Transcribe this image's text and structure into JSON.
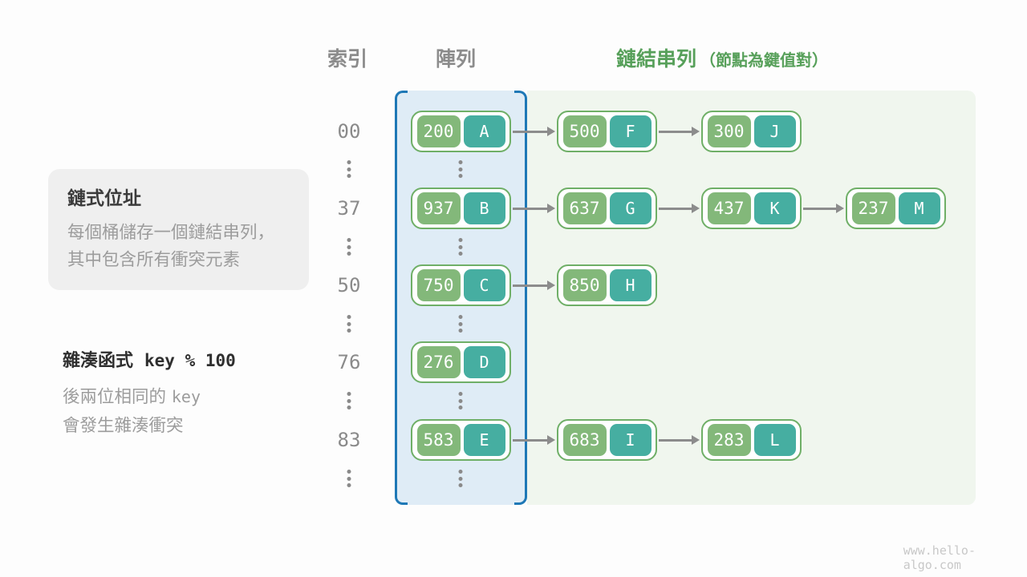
{
  "colors": {
    "page_bg": "#fdfdfd",
    "header_gray": "#8c8c8c",
    "header_green": "#57a05a",
    "array_fill": "#dfecf6",
    "array_border": "#1e78b6",
    "chain_fill": "#f0f6ee",
    "node_border": "#6faf67",
    "node_key_bg": "#83b87a",
    "node_val_bg": "#46aea1",
    "node_text": "#ffffff",
    "arrow": "#8c8c8c",
    "dots": "#8a8a8a",
    "index_text": "#8a8a8a",
    "infobox_bg": "#efefef",
    "title_text": "#3b3b3b",
    "muted_text": "#9c9c9c",
    "watermark": "#c8c8c8"
  },
  "headers": {
    "index": "索引",
    "array": "陣列",
    "linked_list": "鏈結串列",
    "linked_list_note": "（節點為鍵值對）"
  },
  "info_box": {
    "title": "鏈式位址",
    "line1": "每個桶儲存一個鏈結串列，",
    "line2": "其中包含所有衝突元素"
  },
  "hash_note": {
    "label": "雜湊函式",
    "code": "key % 100",
    "line1_prefix": "後兩位相同的",
    "line1_code": "key",
    "line2": "會發生雜湊衝突"
  },
  "watermark": "www.hello-algo.com",
  "diagram": {
    "rows": [
      {
        "index": "00",
        "nodes": [
          {
            "key": "200",
            "value": "A"
          },
          {
            "key": "500",
            "value": "F"
          },
          {
            "key": "300",
            "value": "J"
          }
        ]
      },
      {
        "index": "37",
        "nodes": [
          {
            "key": "937",
            "value": "B"
          },
          {
            "key": "637",
            "value": "G"
          },
          {
            "key": "437",
            "value": "K"
          },
          {
            "key": "237",
            "value": "M"
          }
        ]
      },
      {
        "index": "50",
        "nodes": [
          {
            "key": "750",
            "value": "C"
          },
          {
            "key": "850",
            "value": "H"
          }
        ]
      },
      {
        "index": "76",
        "nodes": [
          {
            "key": "276",
            "value": "D"
          }
        ]
      },
      {
        "index": "83",
        "nodes": [
          {
            "key": "583",
            "value": "E"
          },
          {
            "key": "683",
            "value": "I"
          },
          {
            "key": "283",
            "value": "L"
          }
        ]
      }
    ]
  }
}
